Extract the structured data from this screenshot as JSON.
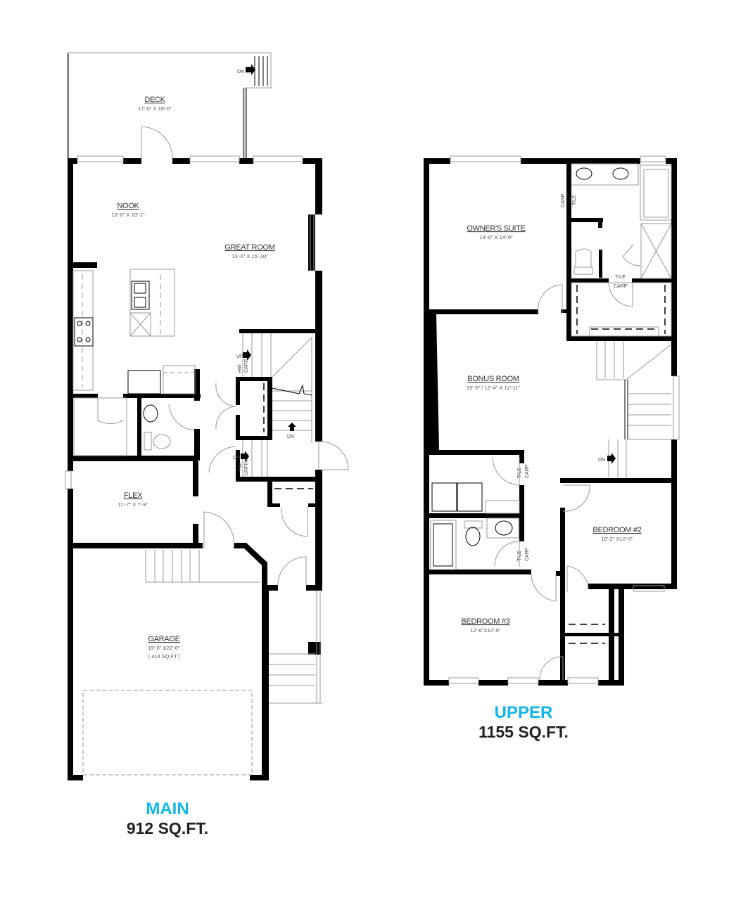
{
  "main": {
    "level": "MAIN",
    "area": "912 SQ.FT.",
    "rooms": [
      {
        "name": "DECK",
        "dims": "17'-0\" X 10'-0\""
      },
      {
        "name": "NOOK",
        "dims": "10'-0\" X 10'-1\""
      },
      {
        "name": "GREAT ROOM",
        "dims": "13'-0\" X 15'-10\""
      },
      {
        "name": "FLEX",
        "dims": "11'-7\" X 7'-9\""
      },
      {
        "name": "GARAGE",
        "dims": "19'-0\" X22'-0\"",
        "note": "( 414 SQ.FT.)"
      }
    ],
    "notes": {
      "dn_deck": "DN",
      "up": "UP",
      "hw1": "HW",
      "carp1": "CARP",
      "dn_stair": "DN",
      "dn_lower": "DN",
      "hw2": "HW",
      "unfin": "UNFIN."
    }
  },
  "upper": {
    "level": "UPPER",
    "area": "1155 SQ.FT.",
    "rooms": [
      {
        "name": "OWNER'S SUITE",
        "dims": "13'-0\" X 14'-0\""
      },
      {
        "name": "BONUS ROOM",
        "dims": "15'-5\" / 12'-4\" X 12'-11\""
      },
      {
        "name": "BEDROOM #2",
        "dims": "10'-2\" X10'-0\""
      },
      {
        "name": "BEDROOM #3",
        "dims": "12'-6\"X10'-0\""
      }
    ],
    "notes": {
      "carp1": "CARP",
      "tile1": "TILE",
      "tile2": "TILE",
      "carp2": "CARP",
      "dn": "DN",
      "tile3": "TILE",
      "carp3": "CARP",
      "tile4": "TILE",
      "carp4": "CARP"
    }
  },
  "colors": {
    "level_label": "#12b5e8",
    "area_label": "#231f20"
  }
}
